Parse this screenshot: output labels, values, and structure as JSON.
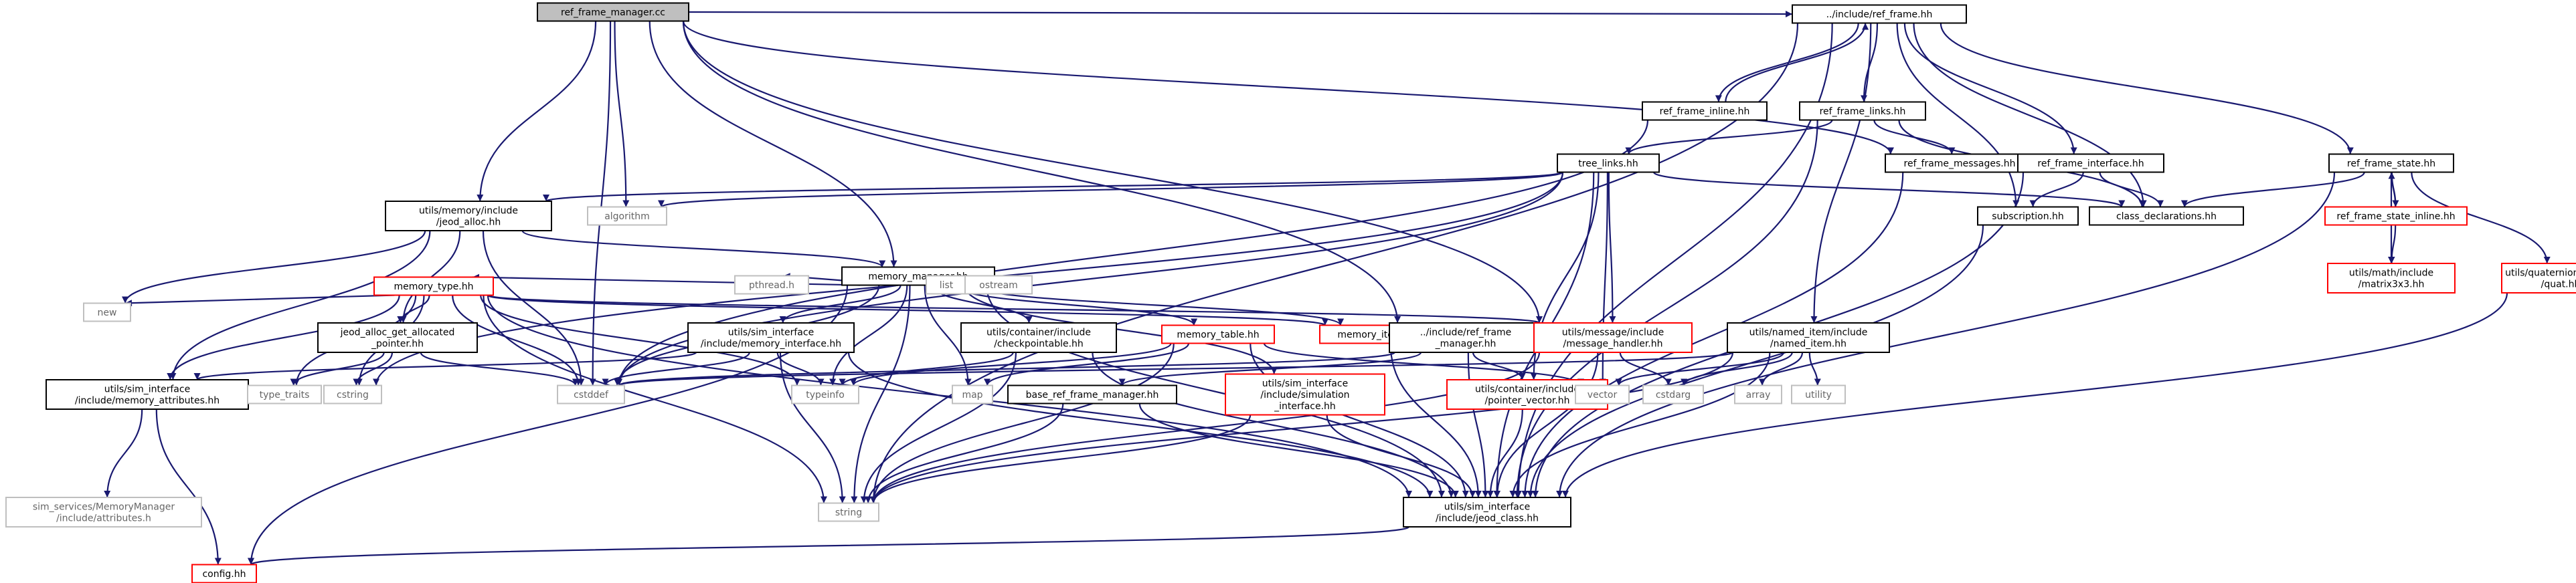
{
  "diagram": {
    "colors": {
      "edge": "#191970",
      "root_fill": "#bfbfbf",
      "border": "#000000",
      "broken_border": "#ff0000",
      "system_border": "#bfbfbf"
    },
    "nodes": [
      {
        "id": "root",
        "lines": [
          "ref_frame_manager.cc"
        ],
        "kind": "root"
      },
      {
        "id": "ref_frame",
        "lines": [
          "../include/ref_frame.hh"
        ],
        "kind": "header"
      },
      {
        "id": "ref_frame_inline",
        "lines": [
          "ref_frame_inline.hh"
        ],
        "kind": "header"
      },
      {
        "id": "ref_frame_links",
        "lines": [
          "ref_frame_links.hh"
        ],
        "kind": "header"
      },
      {
        "id": "ref_frame_messages",
        "lines": [
          "ref_frame_messages.hh"
        ],
        "kind": "header"
      },
      {
        "id": "ref_frame_interface",
        "lines": [
          "ref_frame_interface.hh"
        ],
        "kind": "header"
      },
      {
        "id": "ref_frame_state",
        "lines": [
          "ref_frame_state.hh"
        ],
        "kind": "header"
      },
      {
        "id": "tree_links",
        "lines": [
          "tree_links.hh"
        ],
        "kind": "header"
      },
      {
        "id": "subscription",
        "lines": [
          "subscription.hh"
        ],
        "kind": "header"
      },
      {
        "id": "class_declarations",
        "lines": [
          "class_declarations.hh"
        ],
        "kind": "header"
      },
      {
        "id": "ref_frame_state_inline",
        "lines": [
          "ref_frame_state_inline.hh"
        ],
        "kind": "broken"
      },
      {
        "id": "matrix3x3",
        "lines": [
          "utils/math/include",
          "/matrix3x3.hh"
        ],
        "kind": "broken"
      },
      {
        "id": "quat",
        "lines": [
          "utils/quaternion/include",
          "/quat.hh"
        ],
        "kind": "broken"
      },
      {
        "id": "jeod_alloc",
        "lines": [
          "utils/memory/include",
          "/jeod_alloc.hh"
        ],
        "kind": "header"
      },
      {
        "id": "algorithm",
        "lines": [
          "algorithm"
        ],
        "kind": "system"
      },
      {
        "id": "memory_manager",
        "lines": [
          "memory_manager.hh"
        ],
        "kind": "header"
      },
      {
        "id": "memory_type",
        "lines": [
          "memory_type.hh"
        ],
        "kind": "broken"
      },
      {
        "id": "pthread",
        "lines": [
          "pthread.h"
        ],
        "kind": "system"
      },
      {
        "id": "list",
        "lines": [
          "list"
        ],
        "kind": "system"
      },
      {
        "id": "ostream",
        "lines": [
          "ostream"
        ],
        "kind": "system"
      },
      {
        "id": "new",
        "lines": [
          "new"
        ],
        "kind": "system"
      },
      {
        "id": "get_alloc",
        "lines": [
          "jeod_alloc_get_allocated",
          "_pointer.hh"
        ],
        "kind": "header"
      },
      {
        "id": "mem_iface",
        "lines": [
          "utils/sim_interface",
          "/include/memory_interface.hh"
        ],
        "kind": "header"
      },
      {
        "id": "checkpointable",
        "lines": [
          "utils/container/include",
          "/checkpointable.hh"
        ],
        "kind": "header"
      },
      {
        "id": "memory_table",
        "lines": [
          "memory_table.hh"
        ],
        "kind": "broken"
      },
      {
        "id": "memory_item",
        "lines": [
          "memory_item.hh"
        ],
        "kind": "broken"
      },
      {
        "id": "rfm_hh",
        "lines": [
          "../include/ref_frame",
          "_manager.hh"
        ],
        "kind": "header"
      },
      {
        "id": "message_handler",
        "lines": [
          "utils/message/include",
          "/message_handler.hh"
        ],
        "kind": "broken"
      },
      {
        "id": "named_item",
        "lines": [
          "utils/named_item/include",
          "/named_item.hh"
        ],
        "kind": "header"
      },
      {
        "id": "mem_attr",
        "lines": [
          "utils/sim_interface",
          "/include/memory_attributes.hh"
        ],
        "kind": "header"
      },
      {
        "id": "type_traits",
        "lines": [
          "type_traits"
        ],
        "kind": "system"
      },
      {
        "id": "cstring",
        "lines": [
          "cstring"
        ],
        "kind": "system"
      },
      {
        "id": "cstddef",
        "lines": [
          "cstddef"
        ],
        "kind": "system"
      },
      {
        "id": "typeinfo",
        "lines": [
          "typeinfo"
        ],
        "kind": "system"
      },
      {
        "id": "map",
        "lines": [
          "map"
        ],
        "kind": "system"
      },
      {
        "id": "base_rfm",
        "lines": [
          "base_ref_frame_manager.hh"
        ],
        "kind": "header"
      },
      {
        "id": "sim_iface",
        "lines": [
          "utils/sim_interface",
          "/include/simulation",
          "_interface.hh"
        ],
        "kind": "broken"
      },
      {
        "id": "pointer_vector",
        "lines": [
          "utils/container/include",
          "/pointer_vector.hh"
        ],
        "kind": "broken"
      },
      {
        "id": "vector",
        "lines": [
          "vector"
        ],
        "kind": "system"
      },
      {
        "id": "cstdarg",
        "lines": [
          "cstdarg"
        ],
        "kind": "system"
      },
      {
        "id": "array",
        "lines": [
          "array"
        ],
        "kind": "system"
      },
      {
        "id": "utility",
        "lines": [
          "utility"
        ],
        "kind": "system"
      },
      {
        "id": "attributes_h",
        "lines": [
          "sim_services/MemoryManager",
          "/include/attributes.h"
        ],
        "kind": "system"
      },
      {
        "id": "string",
        "lines": [
          "string"
        ],
        "kind": "system"
      },
      {
        "id": "jeod_class",
        "lines": [
          "utils/sim_interface",
          "/include/jeod_class.hh"
        ],
        "kind": "header"
      },
      {
        "id": "config",
        "lines": [
          "config.hh"
        ],
        "kind": "broken"
      }
    ],
    "edges": [
      [
        "root",
        "ref_frame"
      ],
      [
        "root",
        "ref_frame_messages"
      ],
      [
        "root",
        "jeod_alloc"
      ],
      [
        "root",
        "algorithm"
      ],
      [
        "root",
        "cstddef"
      ],
      [
        "root",
        "memory_manager"
      ],
      [
        "root",
        "rfm_hh"
      ],
      [
        "root",
        "message_handler"
      ],
      [
        "ref_frame",
        "ref_frame_inline"
      ],
      [
        "ref_frame_inline",
        "ref_frame"
      ],
      [
        "ref_frame",
        "ref_frame_links"
      ],
      [
        "ref_frame",
        "ref_frame_interface"
      ],
      [
        "ref_frame",
        "ref_frame_state"
      ],
      [
        "ref_frame",
        "subscription"
      ],
      [
        "ref_frame",
        "class_declarations"
      ],
      [
        "ref_frame",
        "named_item"
      ],
      [
        "ref_frame",
        "jeod_class"
      ],
      [
        "ref_frame",
        "string"
      ],
      [
        "ref_frame_inline",
        "cstddef"
      ],
      [
        "ref_frame_links",
        "tree_links"
      ],
      [
        "ref_frame_links",
        "ref_frame_messages"
      ],
      [
        "ref_frame_links",
        "class_declarations"
      ],
      [
        "ref_frame_links",
        "jeod_class"
      ],
      [
        "ref_frame_interface",
        "subscription"
      ],
      [
        "ref_frame_interface",
        "class_declarations"
      ],
      [
        "ref_frame_interface",
        "jeod_class"
      ],
      [
        "ref_frame_state",
        "class_declarations"
      ],
      [
        "ref_frame_state",
        "ref_frame_state_inline"
      ],
      [
        "ref_frame_state_inline",
        "ref_frame_state"
      ],
      [
        "ref_frame_state",
        "matrix3x3"
      ],
      [
        "ref_frame_state",
        "quat"
      ],
      [
        "ref_frame_state",
        "jeod_class"
      ],
      [
        "ref_frame_state_inline",
        "matrix3x3"
      ],
      [
        "quat",
        "jeod_class"
      ],
      [
        "ref_frame_messages",
        "jeod_class"
      ],
      [
        "subscription",
        "jeod_class"
      ],
      [
        "tree_links",
        "jeod_alloc"
      ],
      [
        "tree_links",
        "algorithm"
      ],
      [
        "tree_links",
        "class_declarations"
      ],
      [
        "tree_links",
        "message_handler"
      ],
      [
        "tree_links",
        "pointer_vector"
      ],
      [
        "tree_links",
        "vector"
      ],
      [
        "tree_links",
        "jeod_class"
      ],
      [
        "tree_links",
        "cstddef"
      ],
      [
        "tree_links",
        "cstring"
      ],
      [
        "jeod_alloc",
        "memory_manager"
      ],
      [
        "jeod_alloc",
        "get_alloc"
      ],
      [
        "jeod_alloc",
        "mem_attr"
      ],
      [
        "jeod_alloc",
        "new"
      ],
      [
        "jeod_alloc",
        "cstddef"
      ],
      [
        "memory_manager",
        "memory_type"
      ],
      [
        "memory_manager",
        "pthread"
      ],
      [
        "memory_manager",
        "list"
      ],
      [
        "memory_manager",
        "ostream"
      ],
      [
        "memory_manager",
        "mem_iface"
      ],
      [
        "memory_manager",
        "checkpointable"
      ],
      [
        "memory_manager",
        "memory_table"
      ],
      [
        "memory_manager",
        "memory_item"
      ],
      [
        "memory_manager",
        "sim_iface"
      ],
      [
        "memory_manager",
        "jeod_class"
      ],
      [
        "memory_manager",
        "string"
      ],
      [
        "memory_manager",
        "map"
      ],
      [
        "memory_manager",
        "cstddef"
      ],
      [
        "memory_manager",
        "typeinfo"
      ],
      [
        "memory_manager",
        "config"
      ],
      [
        "memory_type",
        "get_alloc"
      ],
      [
        "memory_type",
        "mem_attr"
      ],
      [
        "memory_type",
        "new"
      ],
      [
        "memory_type",
        "type_traits"
      ],
      [
        "memory_type",
        "cstring"
      ],
      [
        "memory_type",
        "cstddef"
      ],
      [
        "memory_type",
        "typeinfo"
      ],
      [
        "memory_type",
        "string"
      ],
      [
        "memory_type",
        "memory_item"
      ],
      [
        "memory_type",
        "message_handler"
      ],
      [
        "memory_type",
        "jeod_class"
      ],
      [
        "get_alloc",
        "type_traits"
      ],
      [
        "get_alloc",
        "cstring"
      ],
      [
        "get_alloc",
        "cstddef"
      ],
      [
        "mem_iface",
        "mem_attr"
      ],
      [
        "mem_iface",
        "cstddef"
      ],
      [
        "mem_iface",
        "typeinfo"
      ],
      [
        "mem_iface",
        "string"
      ],
      [
        "mem_iface",
        "jeod_class"
      ],
      [
        "mem_attr",
        "attributes_h"
      ],
      [
        "mem_attr",
        "config"
      ],
      [
        "checkpointable",
        "typeinfo"
      ],
      [
        "checkpointable",
        "string"
      ],
      [
        "checkpointable",
        "jeod_class"
      ],
      [
        "memory_table",
        "map"
      ],
      [
        "memory_table",
        "string"
      ],
      [
        "memory_table",
        "vector"
      ],
      [
        "memory_table",
        "typeinfo"
      ],
      [
        "memory_table",
        "jeod_class"
      ],
      [
        "memory_item",
        "jeod_class"
      ],
      [
        "rfm_hh",
        "base_rfm"
      ],
      [
        "rfm_hh",
        "pointer_vector"
      ],
      [
        "rfm_hh",
        "jeod_class"
      ],
      [
        "rfm_hh",
        "cstddef"
      ],
      [
        "base_rfm",
        "string"
      ],
      [
        "base_rfm",
        "jeod_class"
      ],
      [
        "sim_iface",
        "string"
      ],
      [
        "sim_iface",
        "jeod_class"
      ],
      [
        "message_handler",
        "cstdarg"
      ],
      [
        "message_handler",
        "jeod_class"
      ],
      [
        "message_handler",
        "string"
      ],
      [
        "pointer_vector",
        "jeod_class"
      ],
      [
        "named_item",
        "array"
      ],
      [
        "named_item",
        "utility"
      ],
      [
        "named_item",
        "vector"
      ],
      [
        "named_item",
        "cstdarg"
      ],
      [
        "named_item",
        "cstddef"
      ],
      [
        "named_item",
        "string"
      ],
      [
        "named_item",
        "jeod_class"
      ],
      [
        "jeod_class",
        "config"
      ]
    ]
  }
}
